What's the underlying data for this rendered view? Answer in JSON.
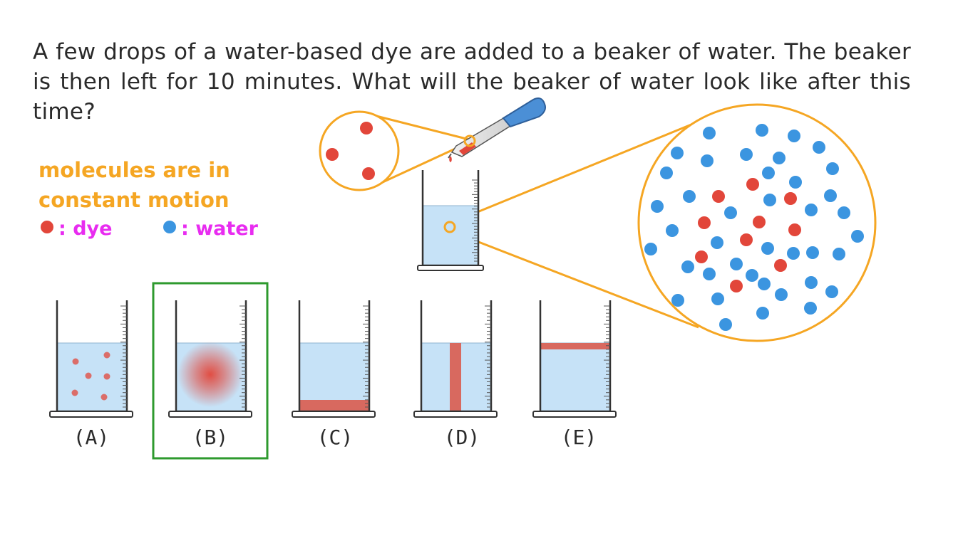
{
  "question": "A few drops of a water-based dye are added to a beaker of water. The beaker is then left for 10 minutes. What will the beaker of water look like after this time?",
  "notes": {
    "line1": "molecules are in",
    "line2": "constant motion",
    "dye_legend": ": dye",
    "water_legend": ": water"
  },
  "options": [
    {
      "label": "(A)",
      "appearance": "scattered-dots"
    },
    {
      "label": "(B)",
      "appearance": "diffuse-cloud",
      "selected": true
    },
    {
      "label": "(C)",
      "appearance": "layer-bottom"
    },
    {
      "label": "(D)",
      "appearance": "vertical-column"
    },
    {
      "label": "(E)",
      "appearance": "layer-top"
    }
  ],
  "colors": {
    "dye": "#e2463a",
    "water": "#3b95e0",
    "liquid": "#c6e2f7",
    "callout": "#f5a623",
    "selection": "#2e9a2e",
    "legend_text": "#e82cf0"
  }
}
